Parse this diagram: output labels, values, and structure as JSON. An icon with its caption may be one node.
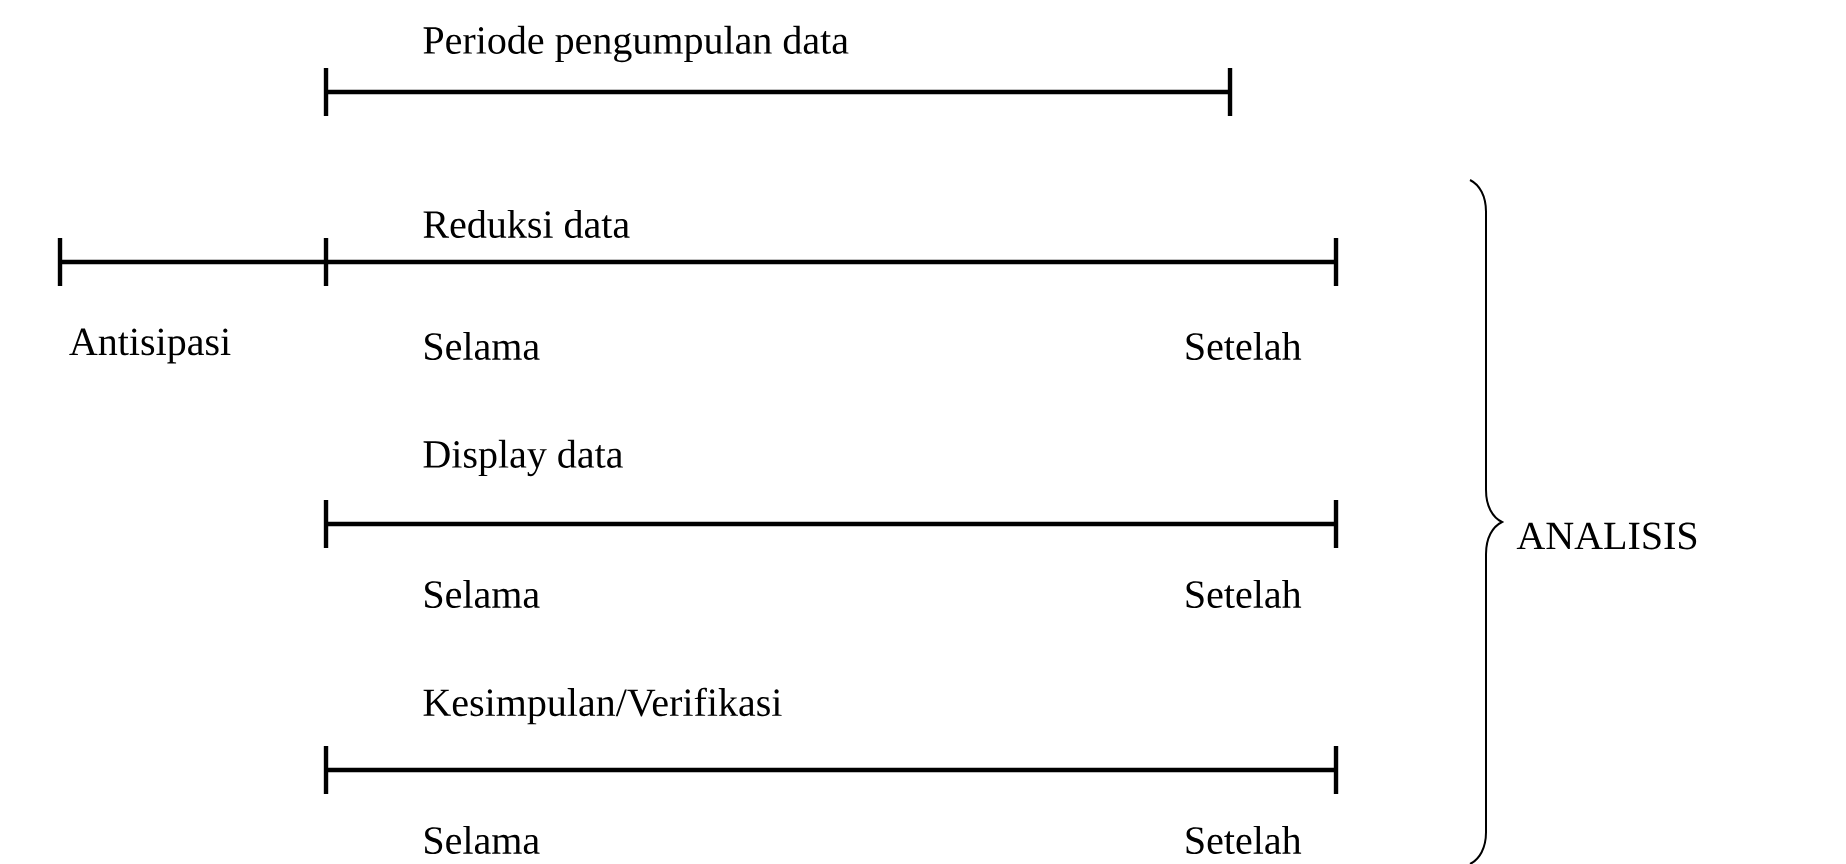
{
  "diagram": {
    "labels": [
      "Periode pengumpulan data",
      "Reduksi data",
      "Antisipasi",
      "Selama",
      "Setelah",
      "Display data",
      "ANALISIS",
      "Selama",
      "Setelah",
      "Kesimpulan/Verifikasi",
      "Selama",
      "Setelah"
    ]
  }
}
